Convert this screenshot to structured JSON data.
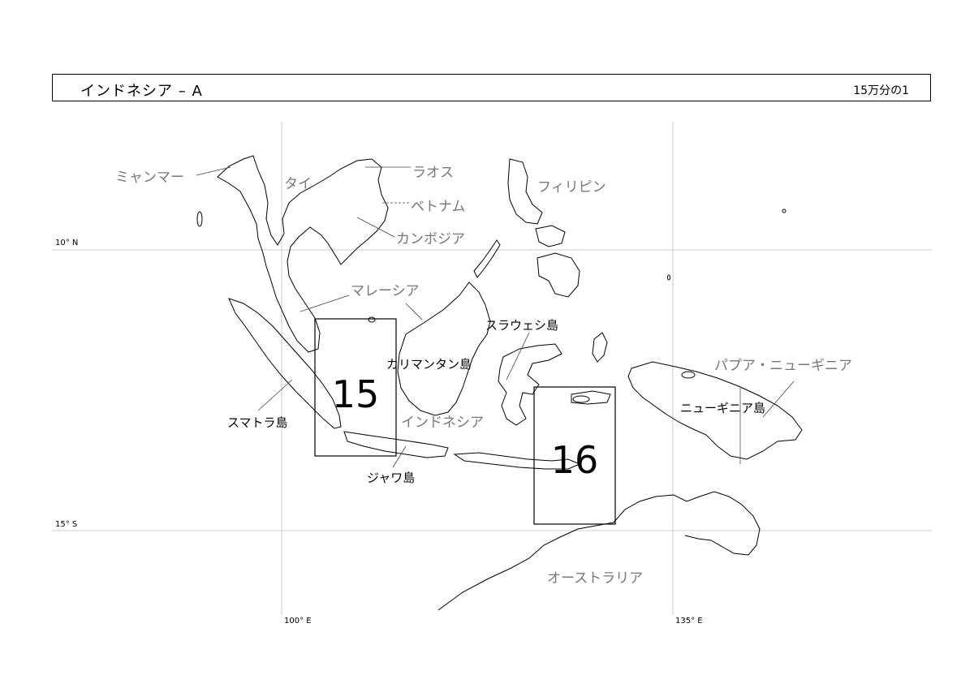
{
  "header": {
    "title": "インドネシア – A",
    "scale": "15万分の1"
  },
  "grid": {
    "lat_10n": "10° N",
    "lat_15s": "15° S",
    "lon_100e": "100° E",
    "lon_135e": "135° E"
  },
  "countries": {
    "myanmar": "ミャンマー",
    "thailand": "タイ",
    "laos": "ラオス",
    "vietnam": "ベトナム",
    "cambodia": "カンボジア",
    "philippines": "フィリピン",
    "malaysia": "マレーシア",
    "indonesia": "インドネシア",
    "png": "パプア・ニューギニア",
    "australia": "オーストラリア"
  },
  "islands": {
    "sulawesi": "スラウェシ島",
    "kalimantan": "カリマンタン島",
    "sumatra": "スマトラ島",
    "java": "ジャワ島",
    "new_guinea": "ニューギニア島"
  },
  "sheets": [
    {
      "number": "15"
    },
    {
      "number": "16"
    }
  ]
}
